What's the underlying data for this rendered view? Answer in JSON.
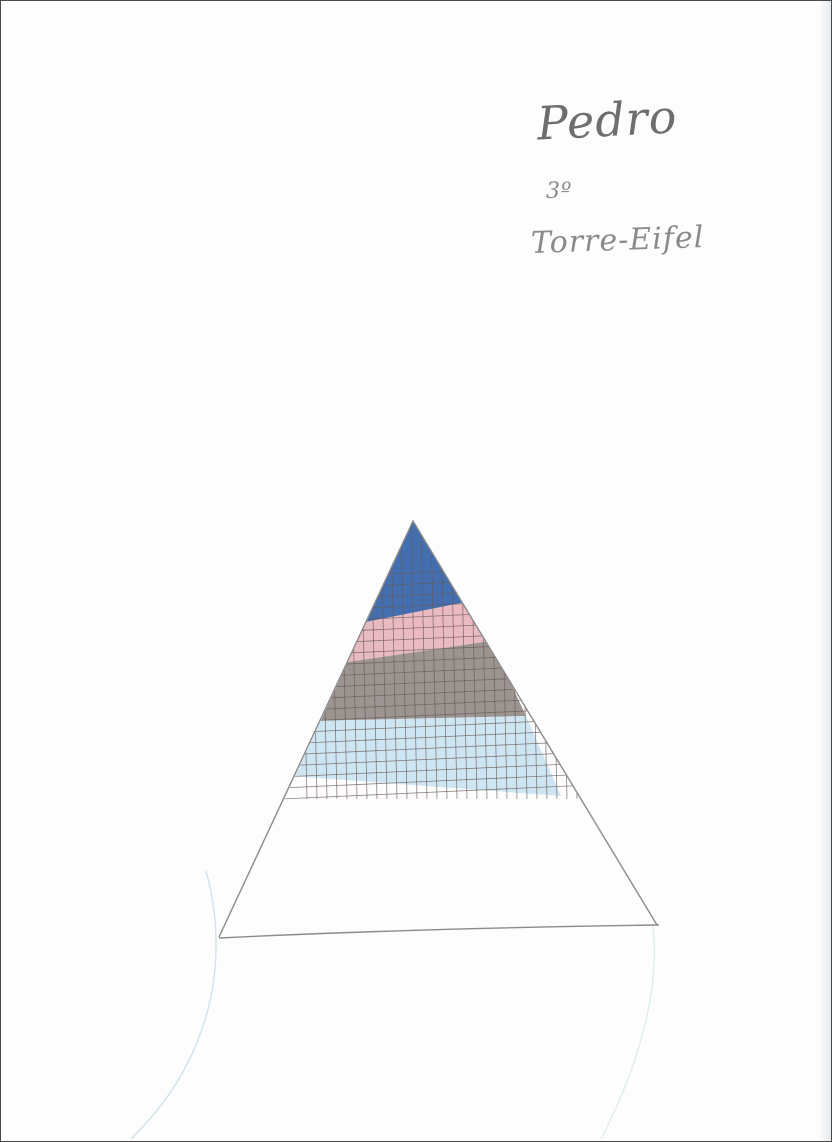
{
  "document": {
    "author_name": "Pedro",
    "grade": "3º",
    "title": "Torre-Eifel"
  },
  "drawing": {
    "subject": "pyramid-shaped tower sketch",
    "band_colors": {
      "top": "#2f5fa8",
      "second": "#e3a3ad",
      "third": "#7a706c",
      "fourth": "#b9dcef"
    },
    "outline_color": "#8b8b8b",
    "grid_color": "#6a5a55"
  }
}
